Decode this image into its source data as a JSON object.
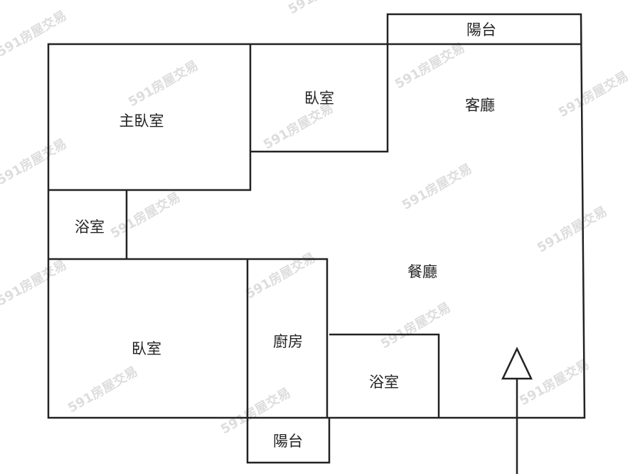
{
  "watermark": "591房屋交易",
  "rooms": {
    "balcony_top": "陽台",
    "living_room": "客廳",
    "bedroom_top": "臥室",
    "master_bedroom": "主臥室",
    "bathroom_left": "浴室",
    "dining_room": "餐廳",
    "bedroom_bottom": "臥室",
    "kitchen": "廚房",
    "bathroom_bottom": "浴室",
    "balcony_bottom": "陽台"
  }
}
